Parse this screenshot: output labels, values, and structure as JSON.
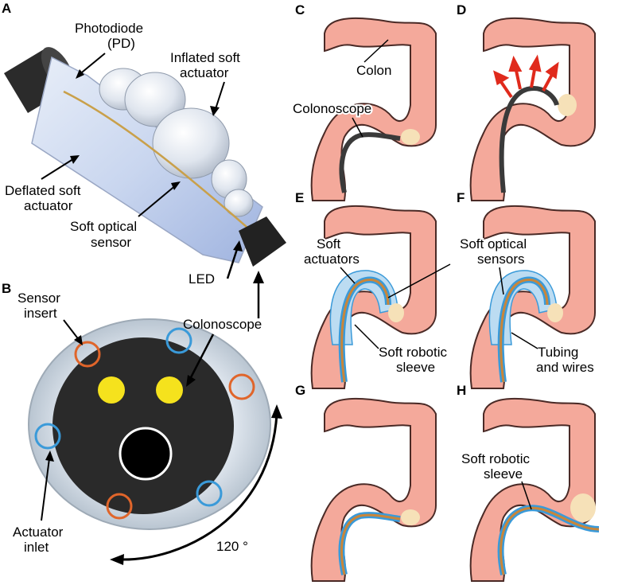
{
  "panels": {
    "a": "A",
    "b": "B",
    "c": "C",
    "d": "D",
    "e": "E",
    "f": "F",
    "g": "G",
    "h": "H"
  },
  "panel_a": {
    "pd_line1": "Photodiode",
    "pd_line2": "(PD)",
    "inflated_line1": "Inflated soft",
    "inflated_line2": "actuator",
    "deflated_line1": "Deflated soft",
    "deflated_line2": "actuator",
    "optical_line1": "Soft optical",
    "optical_line2": "sensor",
    "led": "LED"
  },
  "panel_b": {
    "sensor_line1": "Sensor",
    "sensor_line2": "insert",
    "colonoscope": "Colonoscope",
    "inlet_line1": "Actuator",
    "inlet_line2": "inlet",
    "angle": "120 °"
  },
  "panel_c": {
    "colon": "Colon",
    "colonoscope": "Colonoscope"
  },
  "panel_e": {
    "actuators_line1": "Soft",
    "actuators_line2": "actuators",
    "sleeve_line1": "Soft robotic",
    "sleeve_line2": "sleeve"
  },
  "panel_f": {
    "sensors_line1": "Soft optical",
    "sensors_line2": "sensors",
    "tubing_line1": "Tubing",
    "tubing_line2": "and wires"
  },
  "panel_h": {
    "sleeve_line1": "Soft robotic",
    "sleeve_line2": "sleeve"
  },
  "colors": {
    "colon_fill": "#f4a99b",
    "colon_stroke": "#4a2a26",
    "polyp": "#f6e1b8",
    "scope": "#3a3a3a",
    "sleeve_blue": "#3a9ad9",
    "sleeve_orange": "#c9863a",
    "actuator_blue": "#bcdcf2",
    "arrow_red": "#e02a1c",
    "ring_blue": "#3a9ad9",
    "ring_orange": "#e0652a",
    "led_yellow": "#f5e21d"
  }
}
